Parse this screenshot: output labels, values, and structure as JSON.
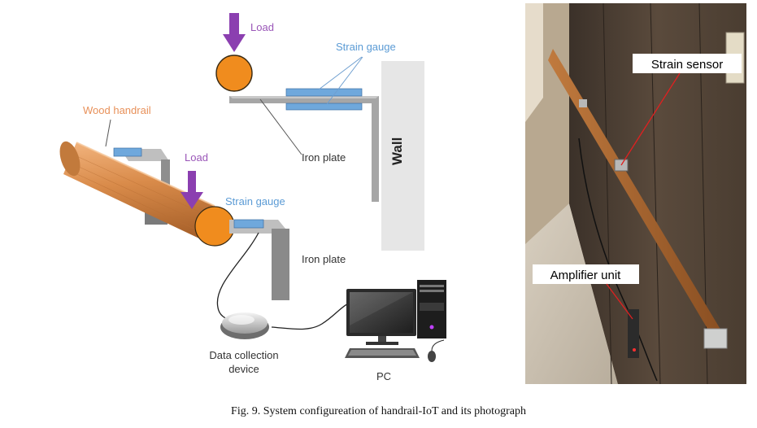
{
  "diagram": {
    "top": {
      "load_label": "Load",
      "strain_gauge_label": "Strain gauge",
      "iron_plate_label": "Iron plate",
      "wall_label": "Wall"
    },
    "bottom": {
      "wood_handrail_label": "Wood handrail",
      "load_label": "Load",
      "strain_gauge_label": "Strain gauge",
      "iron_plate_label": "Iron plate",
      "device_label_line1": "Data collection",
      "device_label_line2": "device",
      "pc_label": "PC"
    },
    "colors": {
      "load_arrow": "#8b3fb0",
      "load_text": "#9a56b8",
      "ball": "#f08c1e",
      "gauge_text": "#5b9bd5",
      "gauge_fill": "#6fa8dc",
      "handrail_text": "#e8915a",
      "wood": "#d98b4a"
    }
  },
  "photo": {
    "strain_sensor_label": "Strain sensor",
    "amplifier_unit_label": "Amplifier unit"
  },
  "caption": "Fig. 9. System configureation of handrail-IoT and its photograph"
}
